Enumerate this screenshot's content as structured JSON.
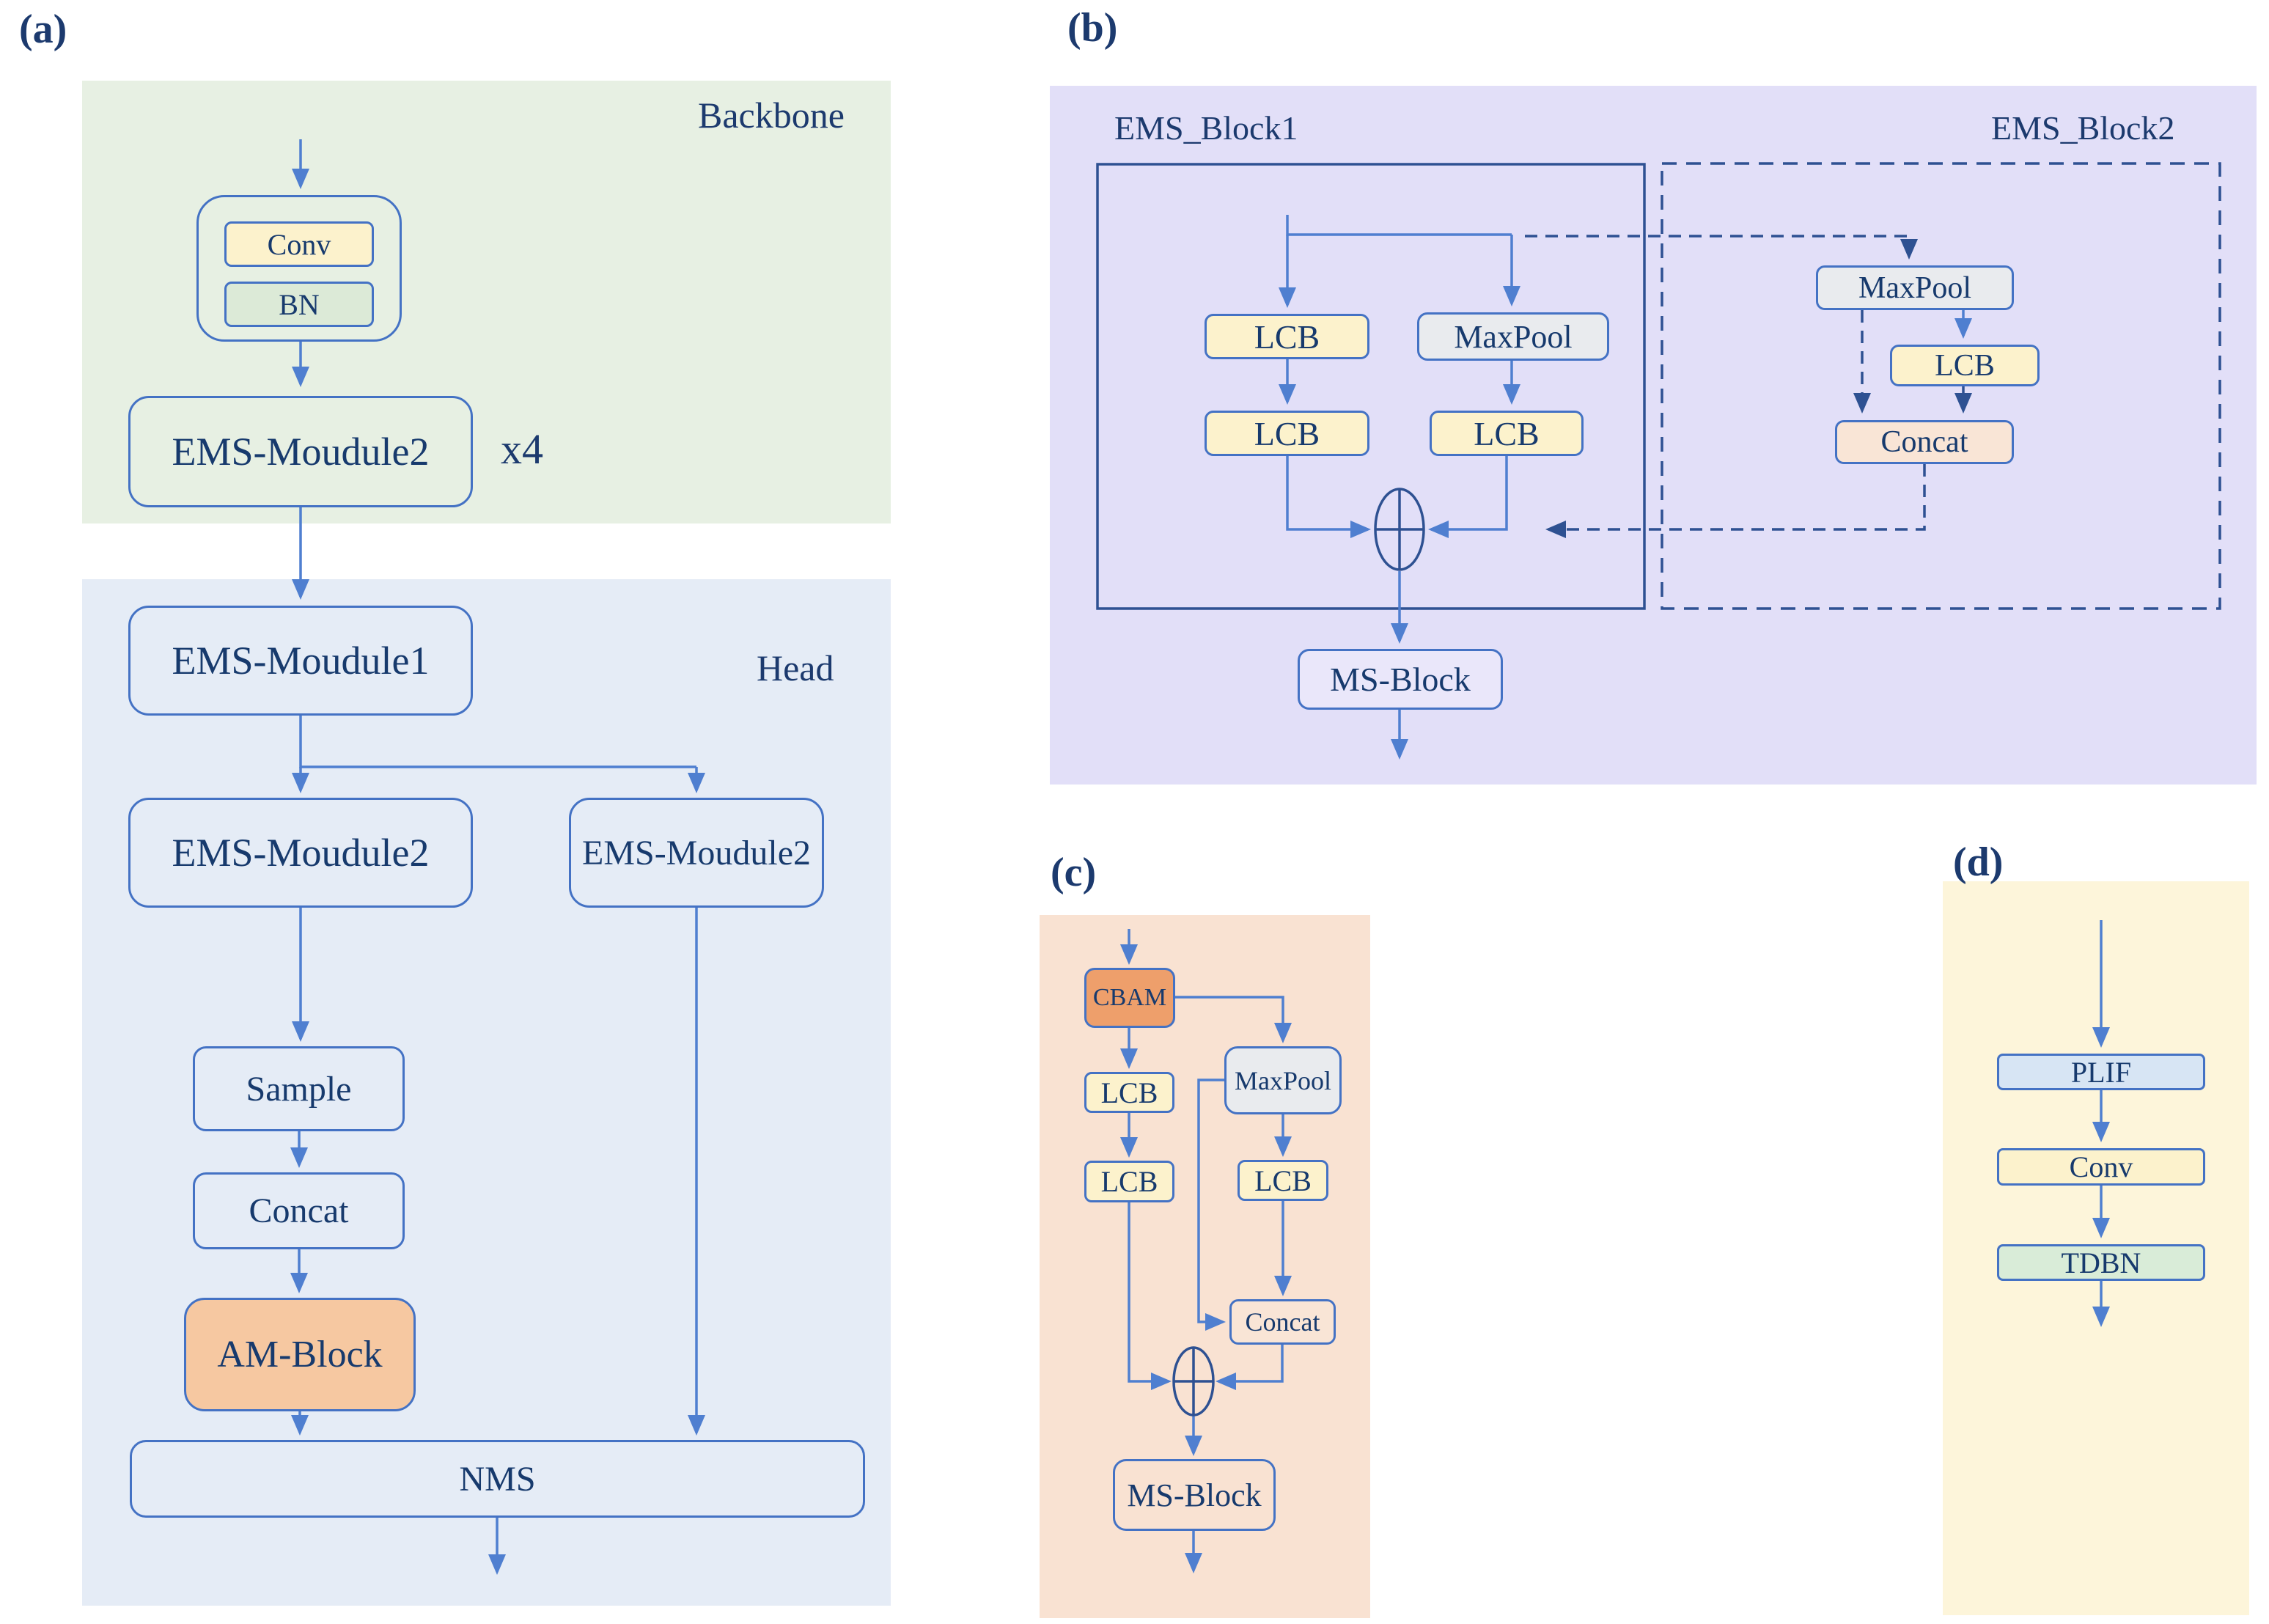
{
  "panel_a": {
    "label": "(a)",
    "backbone_label": "Backbone",
    "head_label": "Head",
    "nodes": {
      "conv": "Conv",
      "bn": "BN",
      "ems_module2_backbone": "EMS-Moudule2",
      "repeat_count": "x4",
      "ems_module1": "EMS-Moudule1",
      "ems_module2_left": "EMS-Moudule2",
      "ems_module2_right": "EMS-Moudule2",
      "sample": "Sample",
      "concat": "Concat",
      "am_block": "AM-Block",
      "nms": "NMS"
    }
  },
  "panel_b": {
    "label": "(b)",
    "block1_label": "EMS_Block1",
    "block2_label": "EMS_Block2",
    "nodes": {
      "lcb_top": "LCB",
      "maxpool": "MaxPool",
      "lcb_left": "LCB",
      "lcb_right": "LCB",
      "block2_maxpool": "MaxPool",
      "block2_lcb": "LCB",
      "block2_concat": "Concat",
      "ms_block": "MS-Block"
    }
  },
  "panel_c": {
    "label": "(c)",
    "nodes": {
      "cbam": "CBAM",
      "lcb1": "LCB",
      "lcb2": "LCB",
      "maxpool": "MaxPool",
      "lcb_right": "LCB",
      "concat": "Concat",
      "ms_block": "MS-Block"
    }
  },
  "panel_d": {
    "label": "(d)",
    "nodes": {
      "plif": "PLIF",
      "conv": "Conv",
      "tdbn": "TDBN"
    }
  },
  "icons": {
    "sum_b": "add-circle",
    "sum_c": "add-circle"
  },
  "colors": {
    "navy_text": "#1c3a6e",
    "box_border_blue": "#4472c4",
    "connector_blue": "#4f7fd0",
    "frame_navy": "#2e5192",
    "panel_backbone_bg": "#e7f0e3",
    "panel_head_bg": "#e5ecf6",
    "panel_b_bg": "#e2dff8",
    "panel_c_bg": "#f9e2d2",
    "panel_d_bg": "#fdf5da",
    "yellow_node": "#fcf2cc",
    "green_node": "#dcead7",
    "gray_node": "#e9ebee",
    "peach_node": "#f9e5d6",
    "am_orange": "#f6c8a1",
    "cbam_orange": "#ee9f6b",
    "plif_blue": "#d7e5f4",
    "tdbn_green": "#d9ecd8",
    "ms_lavender": "#eae7fa"
  }
}
